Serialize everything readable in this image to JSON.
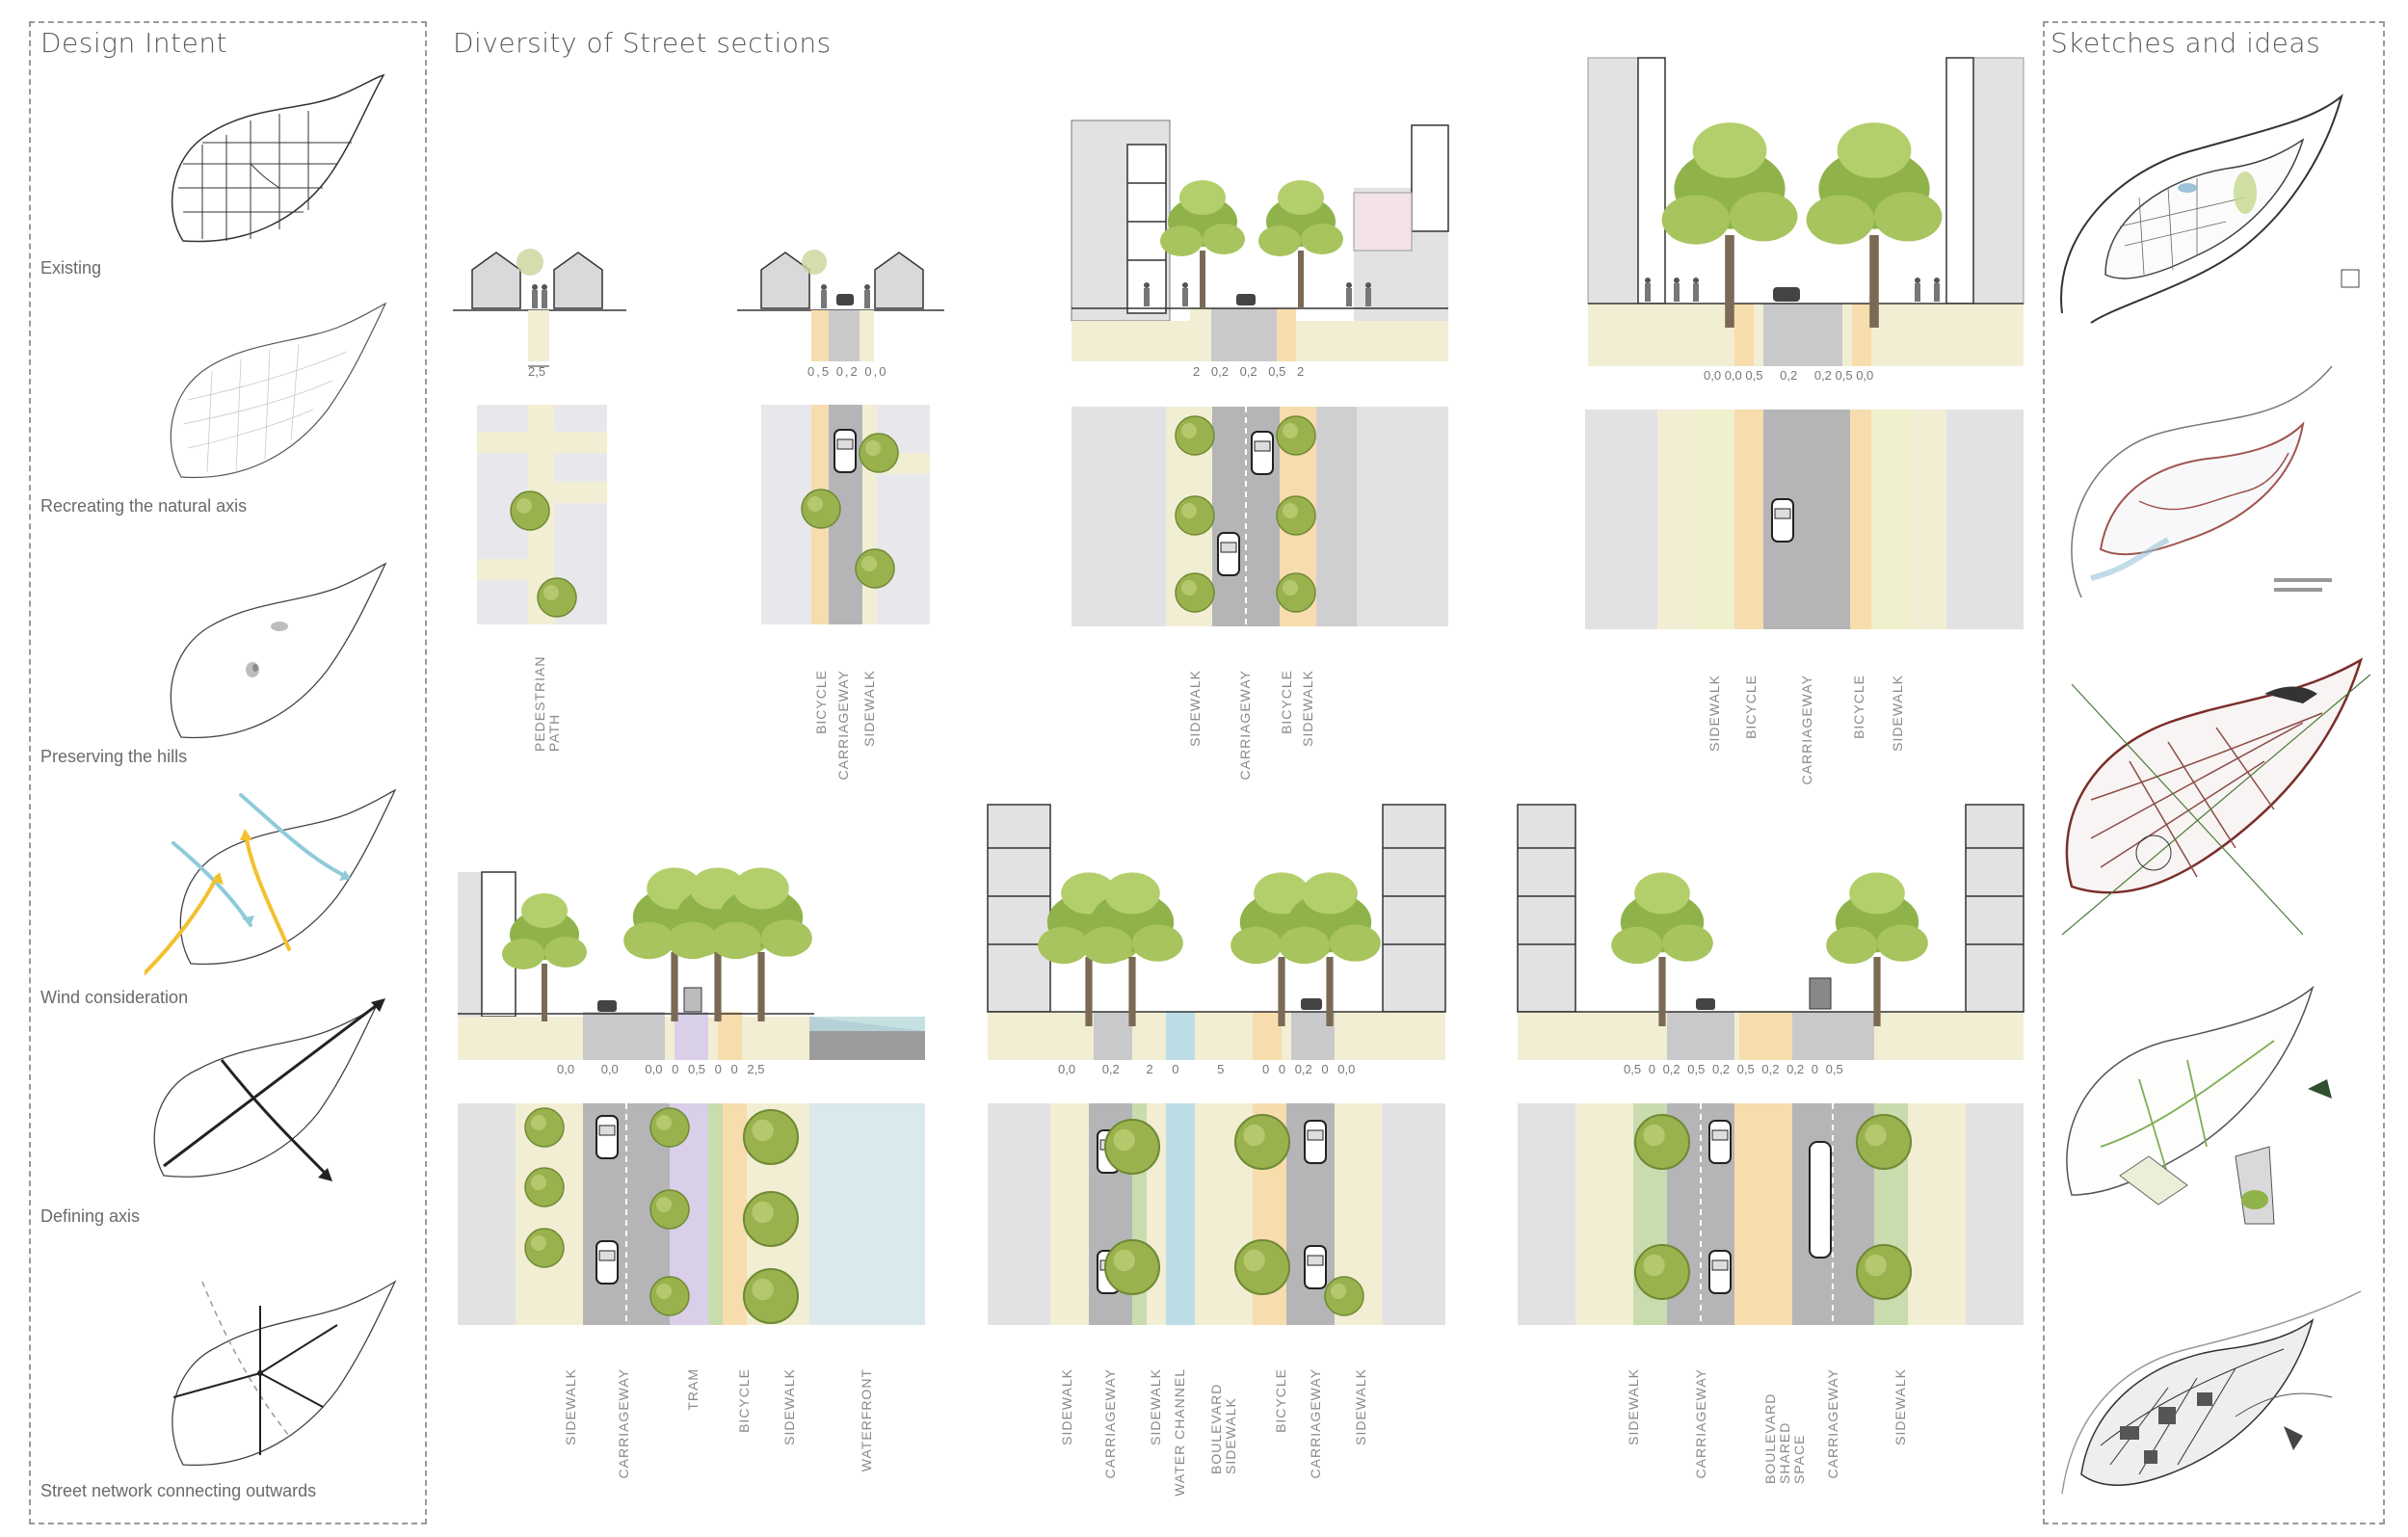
{
  "panels": {
    "design_intent": {
      "title": "Design Intent",
      "items": [
        {
          "label": "Existing",
          "icon": "leaf-grid-icon"
        },
        {
          "label": "Recreating the natural axis",
          "icon": "leaf-faint-grid-icon"
        },
        {
          "label": "Preserving the hills",
          "icon": "leaf-hills-icon"
        },
        {
          "label": "Wind consideration",
          "icon": "leaf-wind-icon"
        },
        {
          "label": "Defining axis",
          "icon": "leaf-axis-icon"
        },
        {
          "label": "Street network connecting outwards",
          "icon": "leaf-network-icon"
        }
      ]
    },
    "street_sections": {
      "title": "Diversity of Street sections",
      "sections": [
        {
          "dims": [
            "2,5"
          ],
          "labels": [
            "PEDESTRIAN PATH"
          ]
        },
        {
          "dims": [
            "0,5",
            "0,2",
            "0,0"
          ],
          "labels": [
            "BICYCLE",
            "CARRIAGEWAY",
            "SIDEWALK"
          ]
        },
        {
          "dims": [
            "2",
            "0,2",
            "0,2",
            "0,5",
            "2"
          ],
          "labels": [
            "SIDEWALK",
            "CARRIAGEWAY",
            "BICYCLE",
            "SIDEWALK"
          ]
        },
        {
          "dims": [
            "0,0",
            "0,0",
            "0,5",
            "0,2",
            "0,2",
            "0,5",
            "0,0"
          ],
          "labels": [
            "SIDEWALK",
            "BICYCLE",
            "CARRIAGEWAY",
            "BICYCLE",
            "SIDEWALK"
          ]
        },
        {
          "dims": [
            "0,0",
            "0,0",
            "0,0",
            "0",
            "0,5",
            "0",
            "0",
            "2,5"
          ],
          "labels": [
            "SIDEWALK",
            "CARRIAGEWAY",
            "TRAM",
            "BICYCLE",
            "SIDEWALK",
            "WATERFRONT"
          ]
        },
        {
          "dims": [
            "0,0",
            "0,2",
            "2",
            "0",
            "5",
            "0",
            "0",
            "0,2",
            "0",
            "0,0"
          ],
          "labels": [
            "SIDEWALK",
            "CARRIAGEWAY",
            "SIDEWALK",
            "WATER CHANNEL",
            "BOULEVARD SIDEWALK",
            "BICYCLE",
            "CARRIAGEWAY",
            "SIDEWALK"
          ]
        },
        {
          "dims": [
            "0,5",
            "0",
            "0,2",
            "0,5",
            "0,2",
            "0,5",
            "0,2",
            "0,2",
            "0",
            "0,5"
          ],
          "labels": [
            "SIDEWALK",
            "CARRIAGEWAY",
            "BOULEVARD SHARED SPACE",
            "CARRIAGEWAY",
            "SIDEWALK"
          ]
        }
      ]
    },
    "sketches": {
      "title": "Sketches and ideas"
    }
  },
  "colors": {
    "sidewalk": "#f2eed3",
    "bicycle": "#f7dcae",
    "carriageway": "#b5b5b8",
    "green_strip": "#c9dcae",
    "tram": "#d9cfe8",
    "water": "#bcdde6",
    "building": "#e2e2e4",
    "tree": "#8fb34a",
    "wind_blue": "#8fcbd8",
    "wind_yellow": "#f2c12e"
  }
}
